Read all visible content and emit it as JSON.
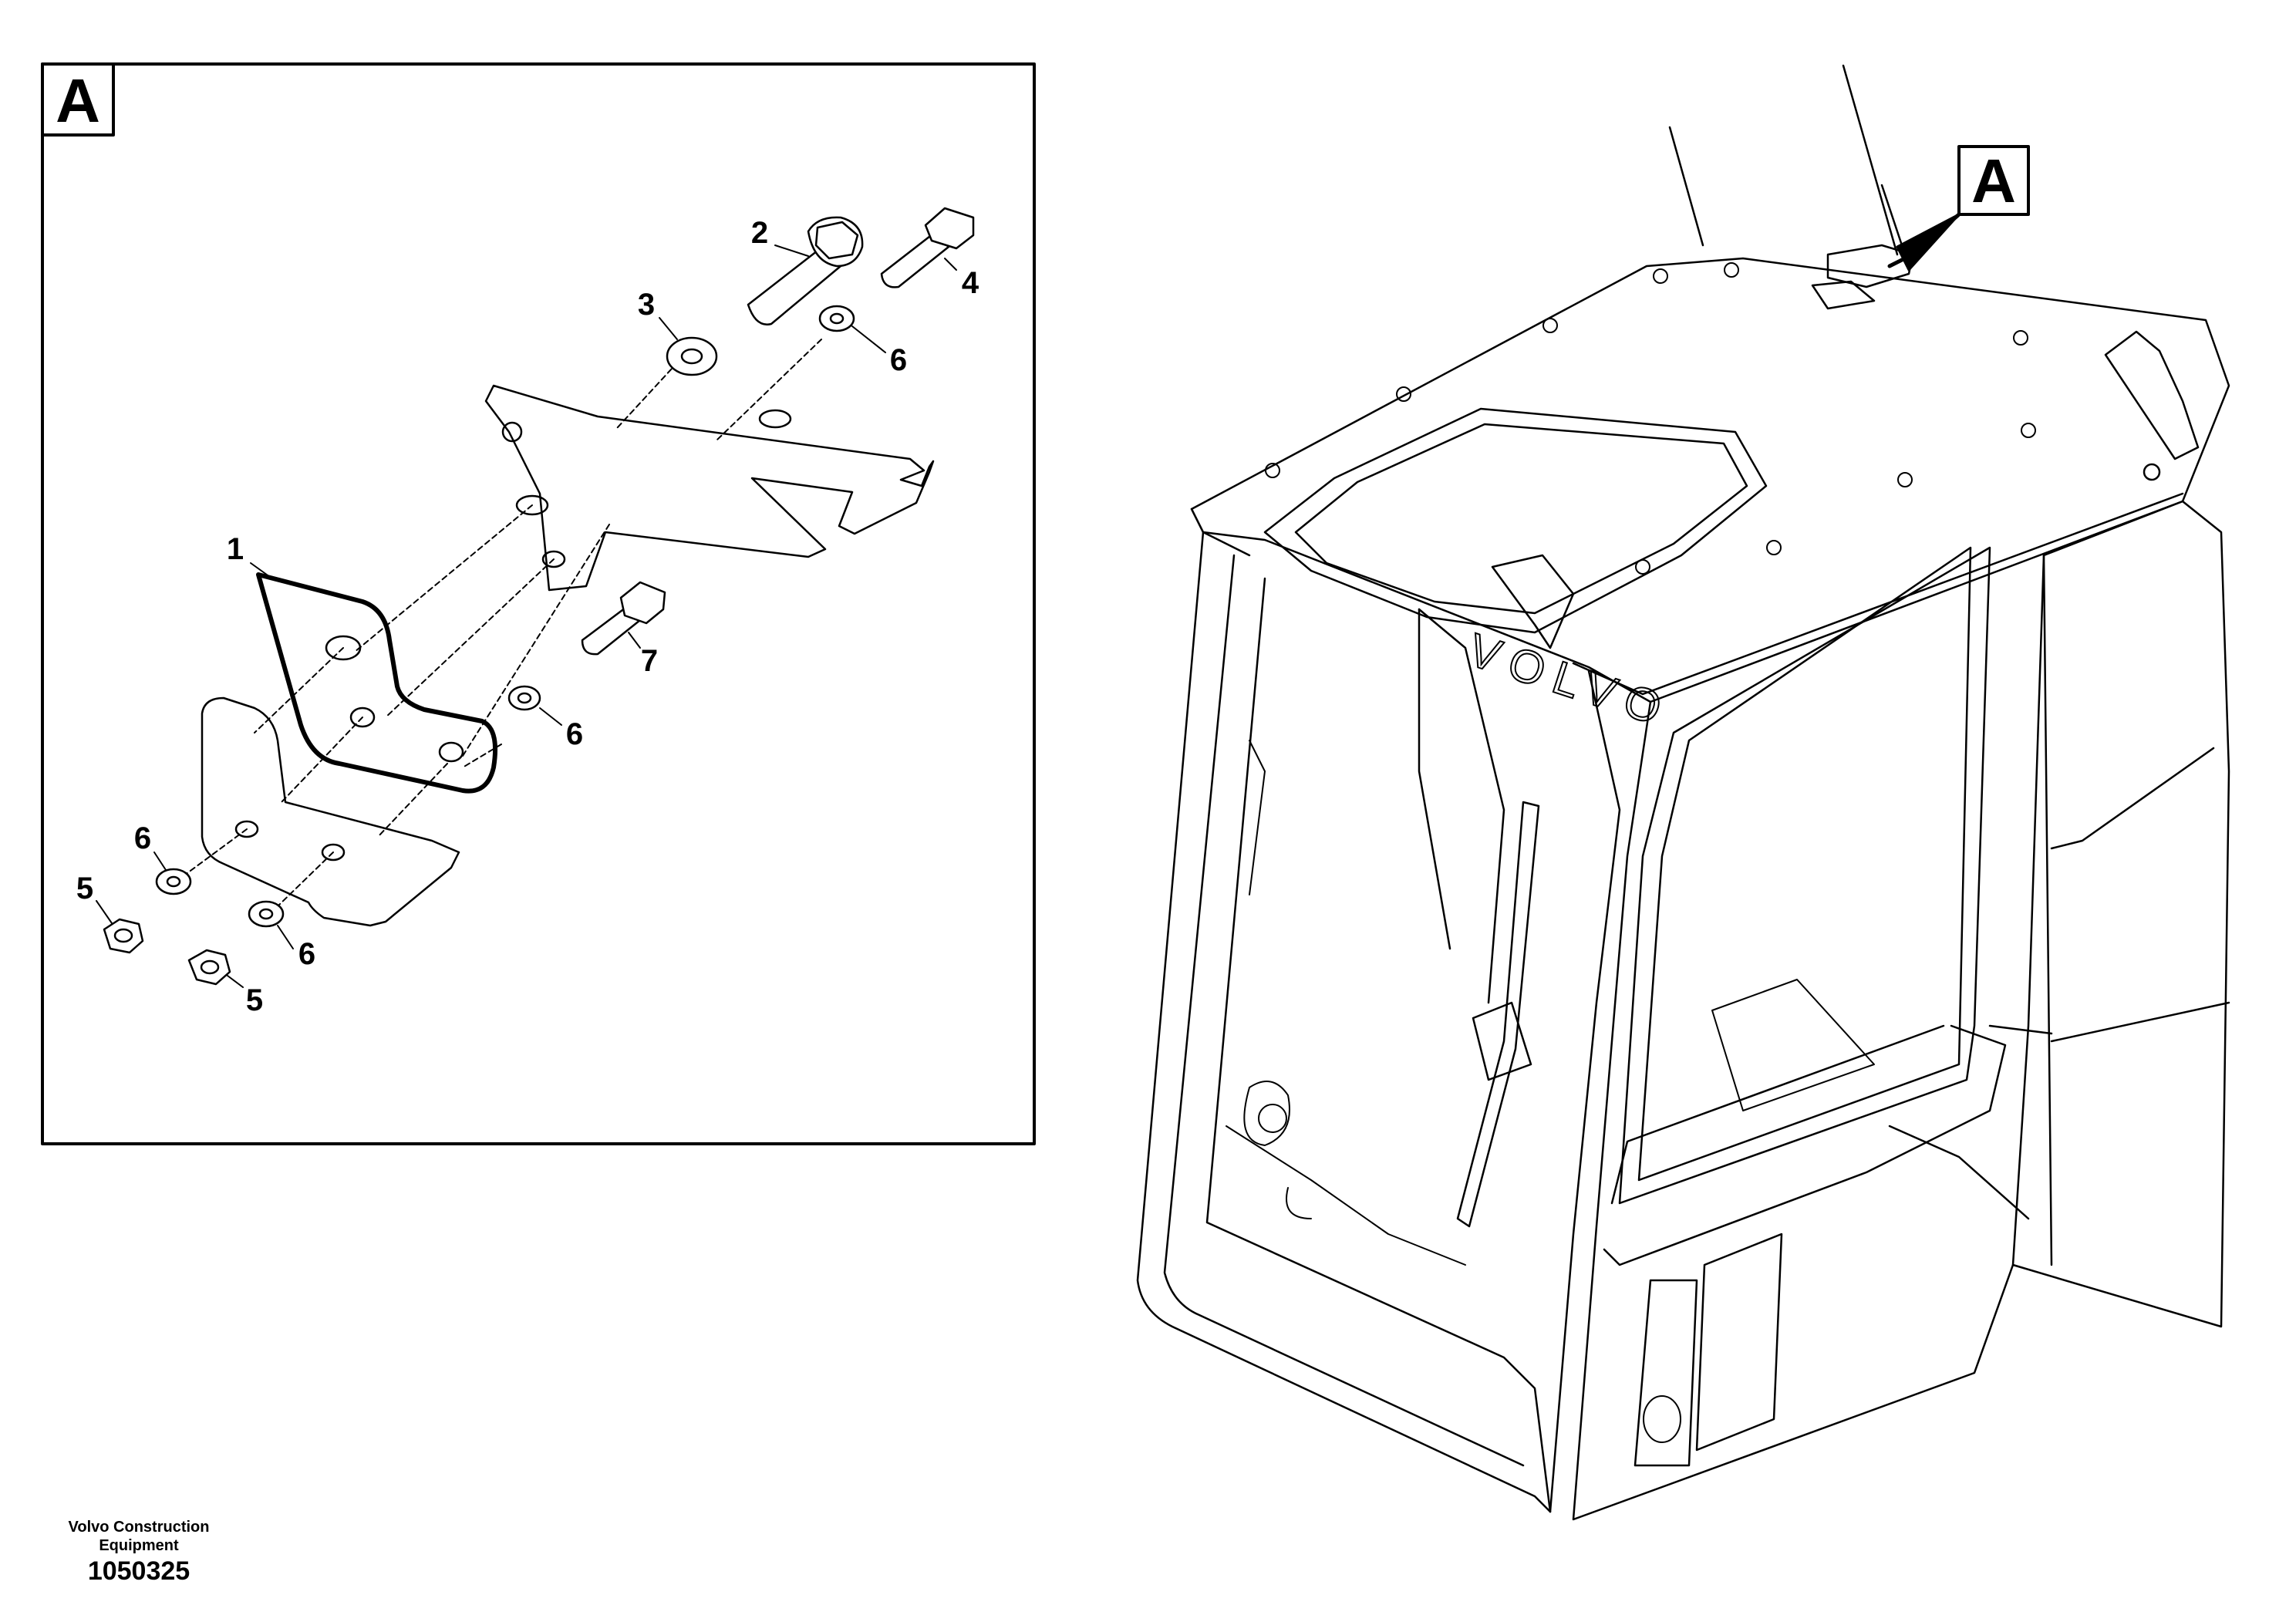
{
  "detail_section": {
    "label": "A",
    "callouts": [
      {
        "id": "c1",
        "text": "1"
      },
      {
        "id": "c2",
        "text": "2"
      },
      {
        "id": "c3",
        "text": "3"
      },
      {
        "id": "c4",
        "text": "4"
      },
      {
        "id": "c5a",
        "text": "5"
      },
      {
        "id": "c5b",
        "text": "5"
      },
      {
        "id": "c6a",
        "text": "6"
      },
      {
        "id": "c6b",
        "text": "6"
      },
      {
        "id": "c6c",
        "text": "6"
      },
      {
        "id": "c6d",
        "text": "6"
      },
      {
        "id": "c7",
        "text": "7"
      }
    ]
  },
  "cab_view": {
    "section_marker": "A",
    "logo_text": "VOLVO"
  },
  "footer": {
    "company": "Volvo Construction Equipment",
    "drawing_number": "1050325"
  }
}
